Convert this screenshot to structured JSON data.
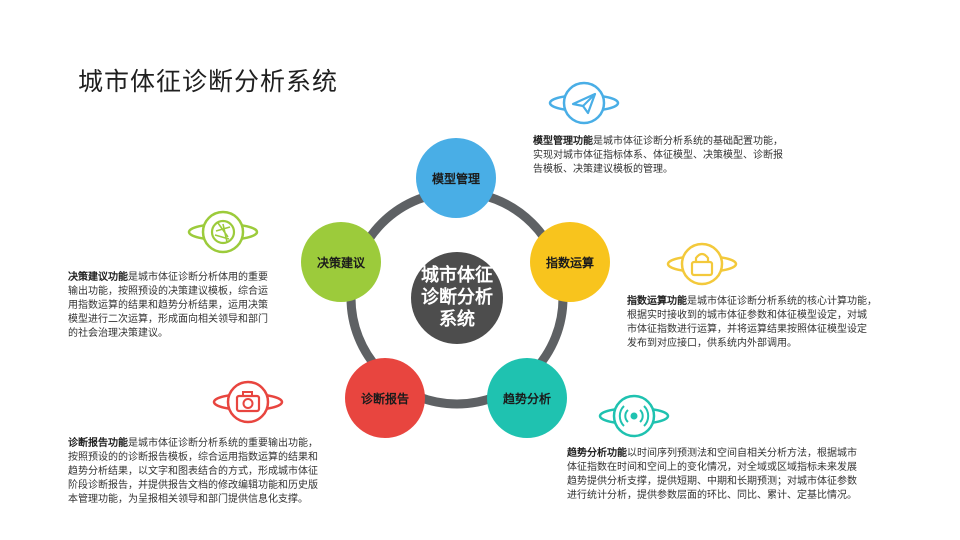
{
  "title": "城市体征诊断分析系统",
  "center": {
    "label": "城市体征诊断分析系统",
    "line1": "城市体征",
    "line2": "诊断分析",
    "line3": "系统",
    "color": "#4d4d4d"
  },
  "ring_color": "#5e6164",
  "modules": [
    {
      "label": "模型管理",
      "color": "#49aee6",
      "icon": "paper-plane-icon",
      "icon_color": "#49aee6",
      "desc_title": "模型管理功能",
      "desc_lines": [
        "是城市体征诊断分析系统的基础配置功能，",
        "实现对城市体征指标体系、体征模型、决策模型、诊断报",
        "告模板、决策建议模板的管理。"
      ]
    },
    {
      "label": "指数运算",
      "color": "#f8c41d",
      "icon": "shopping-bag-icon",
      "icon_color": "#f3c93b",
      "desc_title": "指数运算功能",
      "desc_lines": [
        "是城市体征诊断分析系统的核心计算功能，",
        "根据实时接收到的城市体征参数和体征模型设定，对城",
        "市体征指数进行运算，并将运算结果按照体征模型设定",
        "发布到对应接口，供系统内外部调用。"
      ]
    },
    {
      "label": "趋势分析",
      "color": "#1fc2b0",
      "icon": "broadcast-icon",
      "icon_color": "#1fc2b0",
      "desc_title": "趋势分析功能",
      "desc_lines": [
        "以时间序列预测法和空间自相关分析方法，根据城市",
        "体征指数在时间和空间上的变化情况，对全域或区域指标未来发展",
        "趋势提供分析支撑，提供短期、中期和长期预测；对城市体征参数",
        "进行统计分析，提供参数层面的环比、同比、累计、定基比情况。"
      ]
    },
    {
      "label": "诊断报告",
      "color": "#e8453f",
      "icon": "camera-icon",
      "icon_color": "#e8453f",
      "desc_title": "诊断报告功能",
      "desc_lines": [
        "是城市体征诊断分析系统的重要输出功能，",
        "按照预设的的诊断报告模板，综合运用指数运算的结果和",
        "趋势分析结果，以文字和图表结合的方式，形成城市体征",
        "阶段诊断报告，并提供报告文档的修改编辑功能和历史版",
        "本管理功能，为呈报相关领导和部门提供信息化支撑。"
      ]
    },
    {
      "label": "决策建议",
      "color": "#9ccb3b",
      "icon": "aperture-icon",
      "icon_color": "#9ccb3b",
      "desc_title": "决策建议功能",
      "desc_lines": [
        "是城市体征诊断分析体用的重要",
        "输出功能，按照预设的决策建议模板，综合运",
        "用指数运算的结果和趋势分析结果，运用决策",
        "模型进行二次运算，形成面向相关领导和部门",
        "的社会治理决策建议。"
      ]
    }
  ]
}
